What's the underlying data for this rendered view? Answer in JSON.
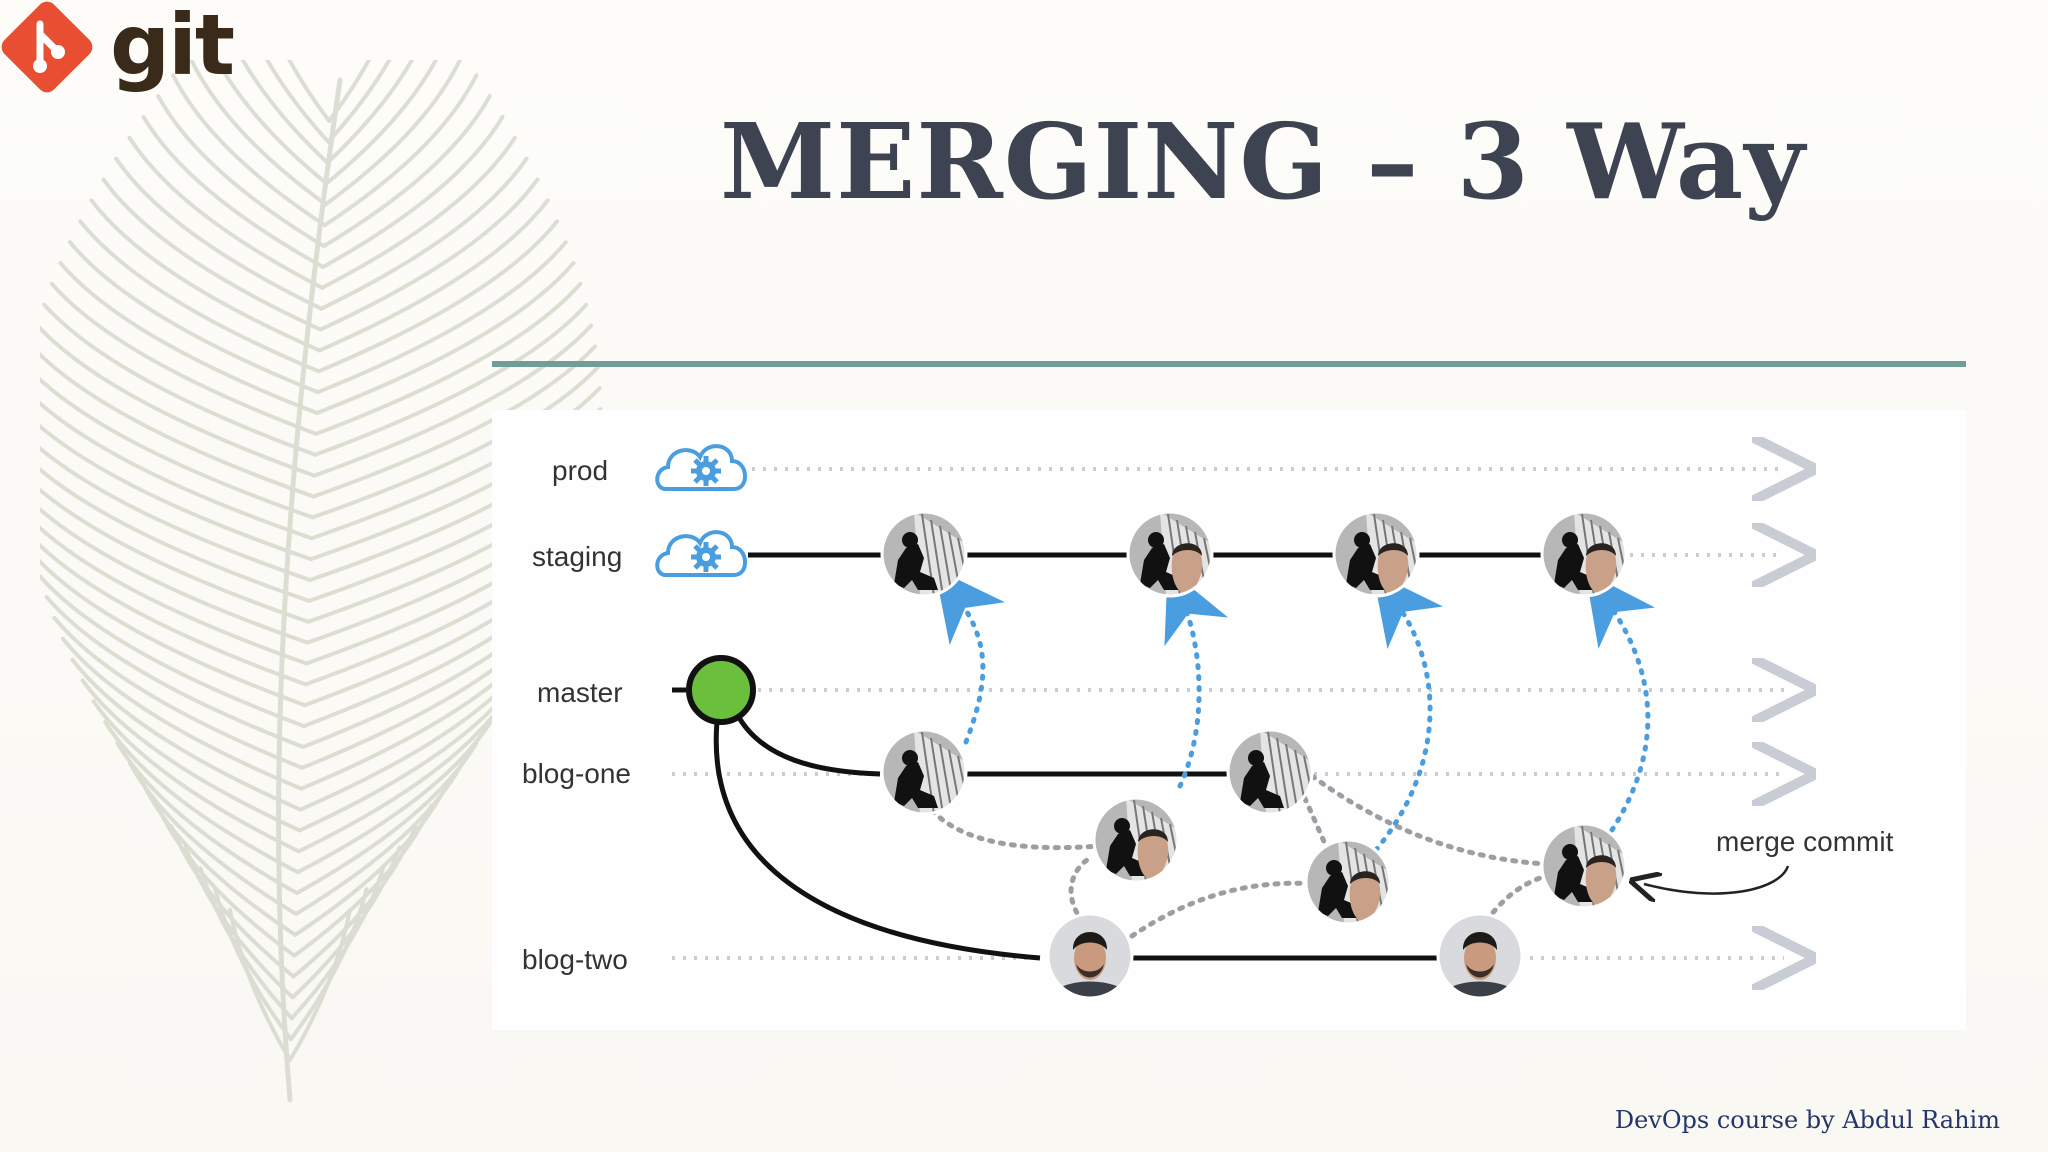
{
  "logo": {
    "word": "git",
    "icon": "git-diamond-icon",
    "color": "#e84e31"
  },
  "slide": {
    "title": "MERGING – 3 Way",
    "footer": "DevOps course by Abdul Rahim",
    "accent_rule_color": "#6f9e96"
  },
  "diagram": {
    "branches": [
      "prod",
      "staging",
      "master",
      "blog-one",
      "blog-two"
    ],
    "annotation": "merge commit",
    "icons": {
      "environment": "cloud-gear-icon",
      "master_start": "green-commit-dot"
    },
    "colors": {
      "merge_arrow": "#4a9ee0",
      "cloud": "#4a9ee0",
      "master_dot": "#6abf3c",
      "dotted_timeline": "#c8ccd4"
    }
  }
}
